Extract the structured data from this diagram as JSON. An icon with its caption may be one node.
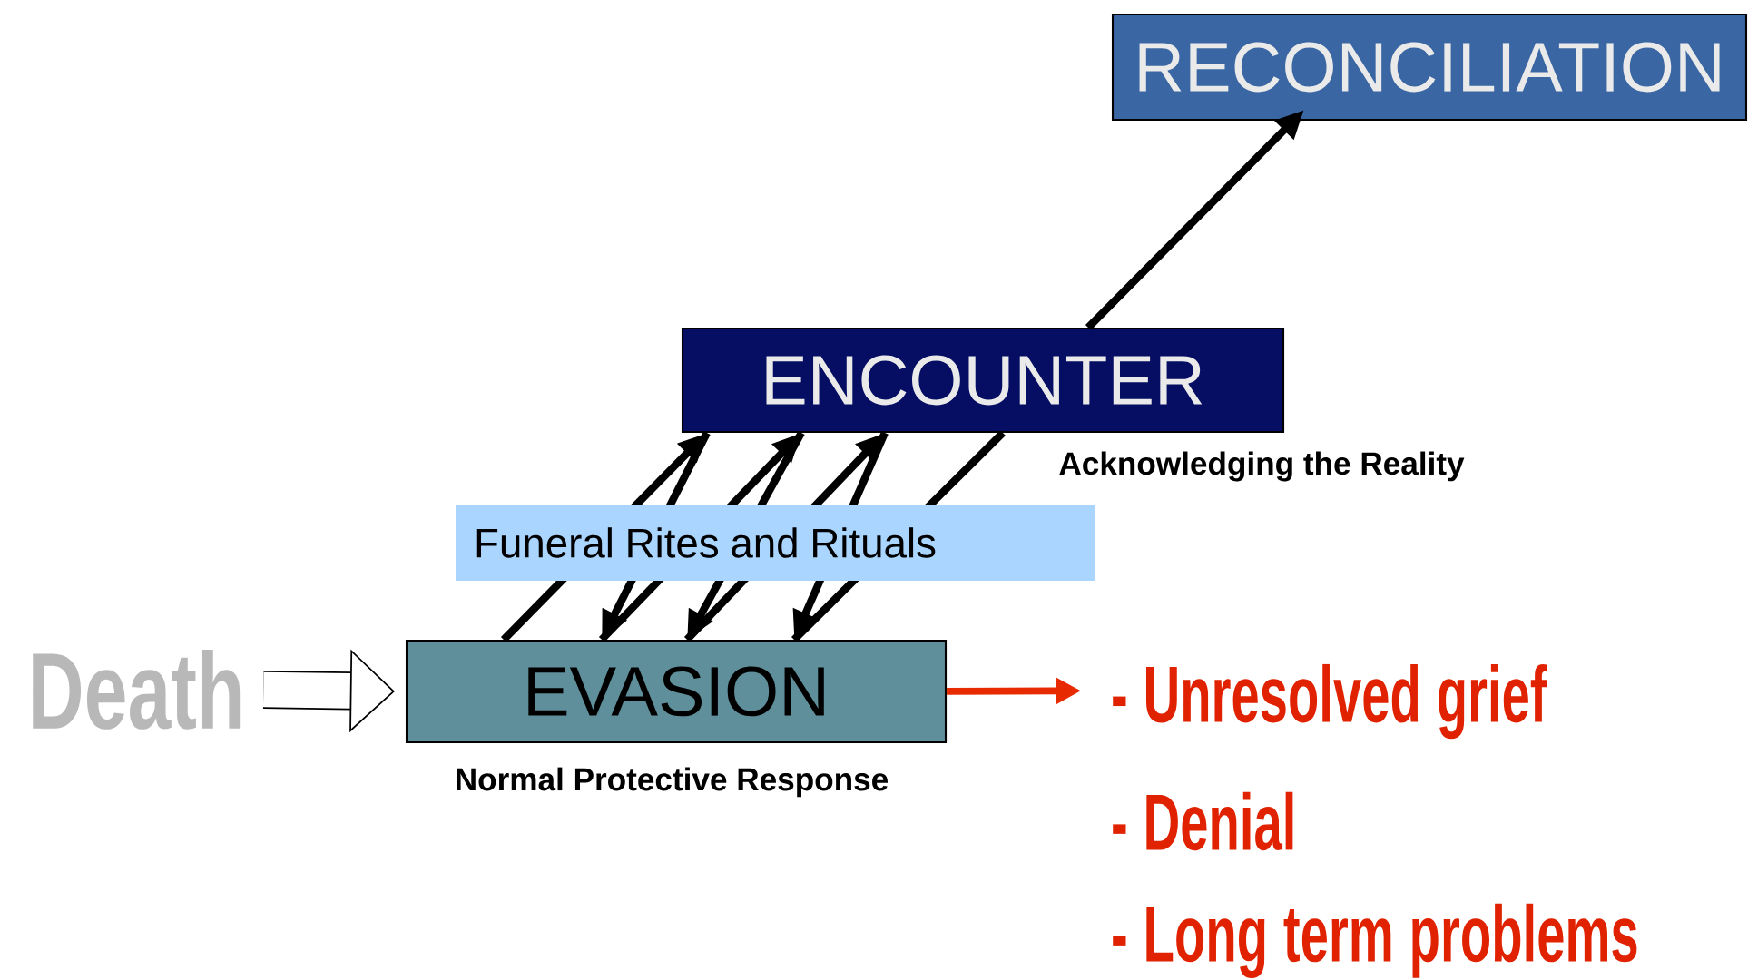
{
  "diagram": {
    "nodes": [
      {
        "text": [
          "Death"
        ]
      },
      {
        "text": [
          "EVASION"
        ],
        "beside": [
          "Normal Protective Response"
        ]
      },
      {
        "text": [
          "ENCOUNTER"
        ],
        "beside": [
          "Acknowledging the Reality"
        ]
      },
      {
        "text": [
          "RECONCILIATION"
        ]
      },
      {
        "text": [
          "- Unresolved grief",
          "- Denial",
          "- Long term problems"
        ]
      }
    ],
    "edges": [
      {
        "from": 0,
        "to": 1,
        "arrow": "to",
        "style": "thick"
      },
      {
        "from": 1,
        "to": 2,
        "arrow": "to"
      },
      {
        "from": 2,
        "to": 1,
        "arrow": "to"
      },
      {
        "from": 1,
        "to": 2,
        "arrow": "to"
      },
      {
        "from": 2,
        "to": 1,
        "arrow": "to"
      },
      {
        "from": 1,
        "to": 2,
        "arrow": "to"
      },
      {
        "from": 2,
        "to": 1,
        "arrow": "to"
      },
      {
        "from": 1,
        "to": 2,
        "arrow": "none"
      },
      {
        "from": 2,
        "to": 3,
        "arrow": "to"
      },
      {
        "from": 1,
        "to": 4,
        "arrow": "to",
        "color": "#e82a00"
      }
    ],
    "labels": [
      "Funeral Rites and Rituals"
    ]
  }
}
